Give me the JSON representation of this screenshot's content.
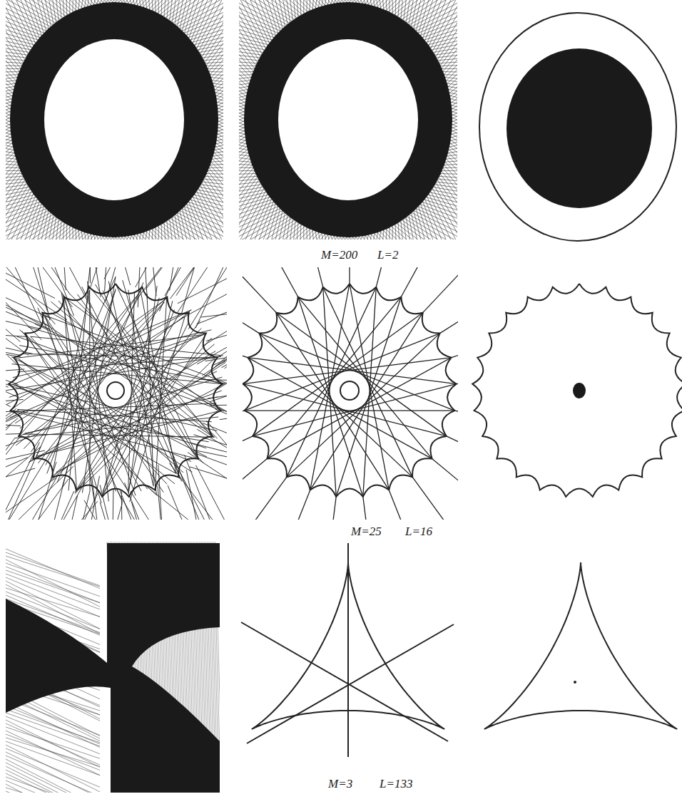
{
  "diagram": {
    "labels": [
      "M=200",
      "L=2",
      "M=25",
      "L=16",
      "M=3",
      "L=133"
    ]
  }
}
